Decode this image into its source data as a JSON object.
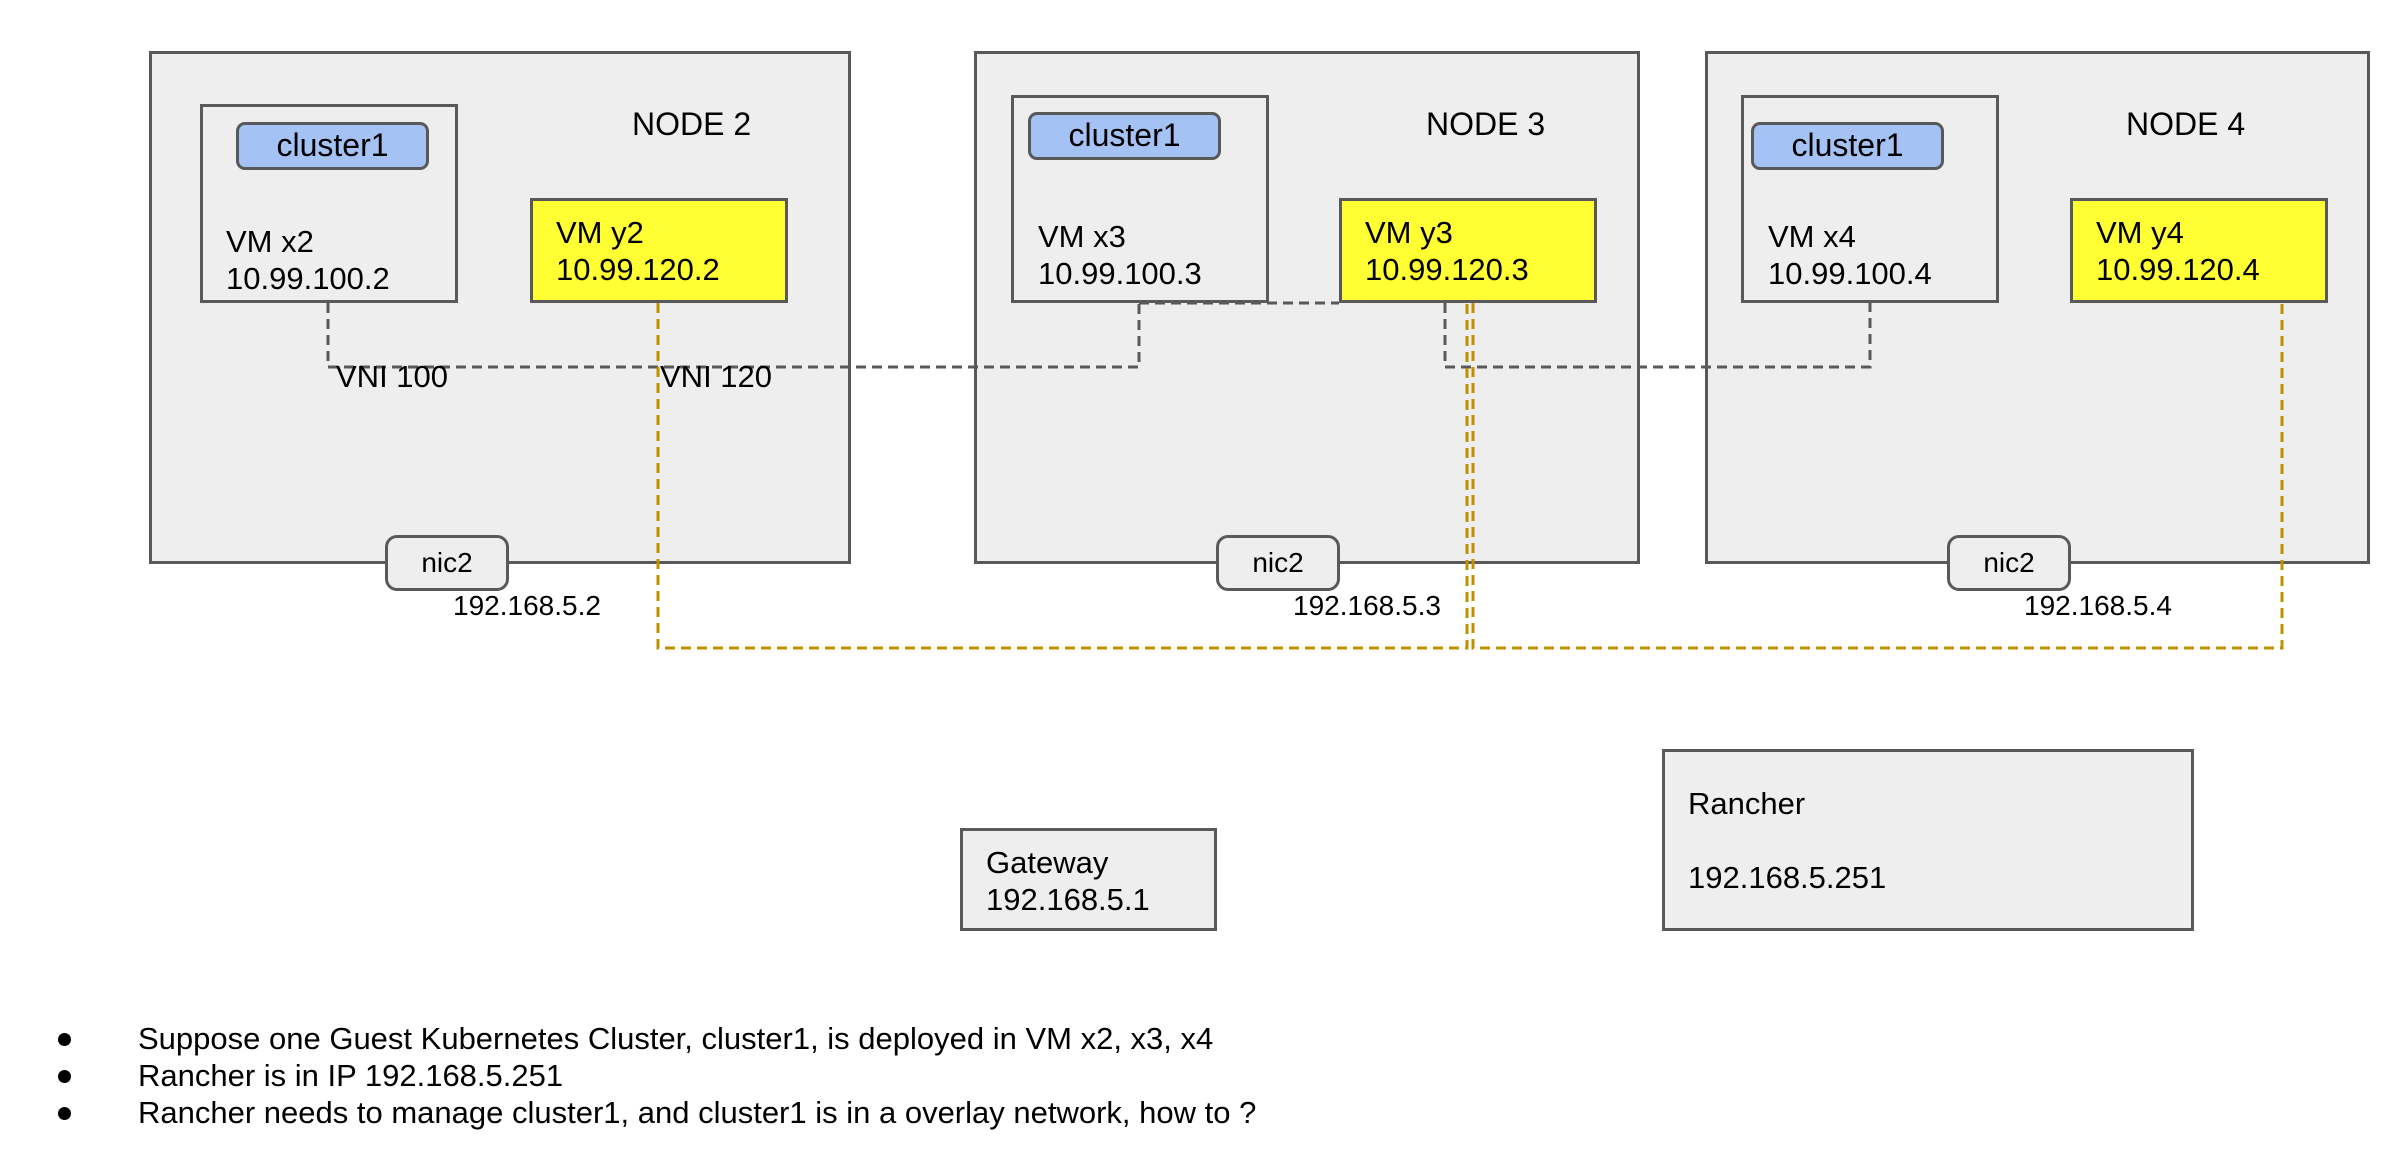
{
  "nodes": [
    {
      "name": "NODE 2",
      "cluster": "cluster1",
      "vm_x": {
        "name": "VM x2",
        "ip": "10.99.100.2"
      },
      "vm_y": {
        "name": "VM y2",
        "ip": "10.99.120.2"
      },
      "nic": "nic2",
      "host_ip": "192.168.5.2",
      "vni_x": "VNI 100",
      "vni_y": "VNI 120"
    },
    {
      "name": "NODE 3",
      "cluster": "cluster1",
      "vm_x": {
        "name": "VM x3",
        "ip": "10.99.100.3"
      },
      "vm_y": {
        "name": "VM y3",
        "ip": "10.99.120.3"
      },
      "nic": "nic2",
      "host_ip": "192.168.5.3"
    },
    {
      "name": "NODE 4",
      "cluster": "cluster1",
      "vm_x": {
        "name": "VM x4",
        "ip": "10.99.100.4"
      },
      "vm_y": {
        "name": "VM y4",
        "ip": "10.99.120.4"
      },
      "nic": "nic2",
      "host_ip": "192.168.5.4"
    }
  ],
  "gateway": {
    "name": "Gateway",
    "ip": "192.168.5.1"
  },
  "rancher": {
    "name": "Rancher",
    "ip": "192.168.5.251"
  },
  "notes": [
    "Suppose one Guest Kubernetes Cluster, cluster1,  is deployed in VM x2, x3, x4",
    "Rancher is in IP 192.168.5.251",
    "Rancher needs to manage cluster1, and cluster1 is in a overlay network, how to ?"
  ],
  "colors": {
    "node_fill": "#eeeeee",
    "border": "#595959",
    "vm_y_fill": "#ffff33",
    "cluster_fill": "#a4c2f4",
    "vni100_line": "#595959",
    "vni120_line": "#bf9000"
  }
}
